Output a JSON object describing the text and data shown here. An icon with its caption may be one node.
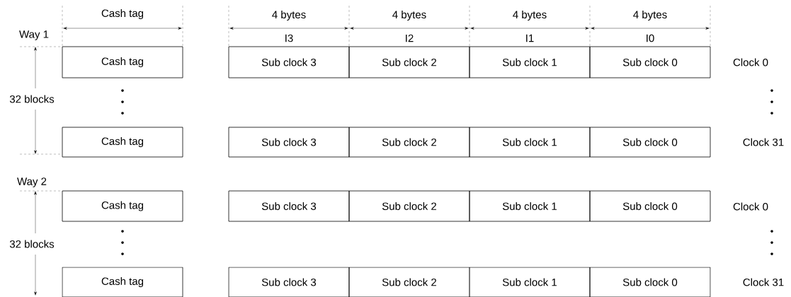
{
  "diagram": {
    "nodes": [
      {
        "text": [
          "Cash tag"
        ]
      },
      {
        "text": [
          "Sub clock 3"
        ]
      },
      {
        "text": [
          "Sub clock 2"
        ]
      },
      {
        "text": [
          "Sub clock 1"
        ]
      },
      {
        "text": [
          "Sub clock 0"
        ]
      },
      {
        "text": [
          "Cash tag"
        ]
      },
      {
        "text": [
          "Sub clock 3"
        ]
      },
      {
        "text": [
          "Sub clock 2"
        ]
      },
      {
        "text": [
          "Sub clock 1"
        ]
      },
      {
        "text": [
          "Sub clock 0"
        ]
      },
      {
        "text": [
          "Cash tag"
        ]
      },
      {
        "text": [
          "Sub clock 3"
        ]
      },
      {
        "text": [
          "Sub clock 2"
        ]
      },
      {
        "text": [
          "Sub clock 1"
        ]
      },
      {
        "text": [
          "Sub clock 0"
        ]
      },
      {
        "text": [
          "Cash tag"
        ]
      },
      {
        "text": [
          "Sub clock 3"
        ]
      },
      {
        "text": [
          "Sub clock 2"
        ]
      },
      {
        "text": [
          "Sub clock 1"
        ]
      },
      {
        "text": [
          "Sub clock 0"
        ]
      }
    ],
    "labels": [
      "Cash tag",
      "4 bytes",
      "4 bytes",
      "4 bytes",
      "4 bytes",
      "Way 1",
      "I3",
      "I2",
      "I1",
      "I0",
      "Clock 0",
      "32 blocks",
      "Clock 31",
      "Way 2",
      "Clock 0",
      "32 blocks",
      "Clock 31"
    ]
  }
}
